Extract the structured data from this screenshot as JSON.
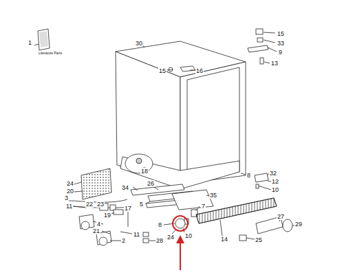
{
  "diagram": {
    "labels": [
      "1",
      "Literature Parts",
      "30",
      "15",
      "33",
      "9",
      "13",
      "15",
      "16",
      "18",
      "32",
      "12",
      "10",
      "8",
      "24",
      "20",
      "3",
      "34",
      "26",
      "35",
      "22",
      "23",
      "5",
      "7",
      "11",
      "17",
      "19",
      "8",
      "4",
      "21",
      "10",
      "24",
      "11",
      "27",
      "29",
      "14",
      "2",
      "28",
      "25"
    ]
  }
}
